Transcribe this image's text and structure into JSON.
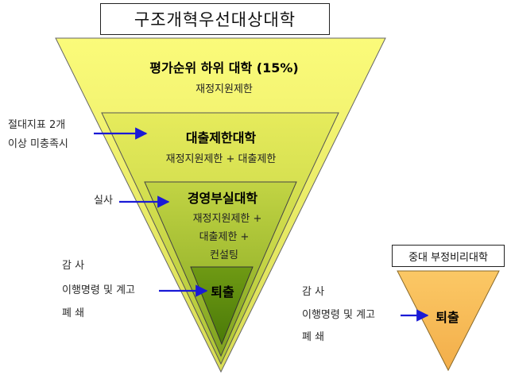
{
  "main_title": "구조개혁우선대상대학",
  "tiers": {
    "t1": {
      "title": "평가순위 하위 대학 (15%)",
      "sub": "재정지원제한"
    },
    "t2": {
      "title": "대출제한대학",
      "sub": "재정지원제한 + 대출제한"
    },
    "t3": {
      "title": "경영부실대학",
      "sub_lines": [
        "재정지원제한 +",
        "대출제한 +",
        "컨설팅"
      ]
    },
    "t4": {
      "title": "퇴출"
    }
  },
  "annotations": {
    "criteria": [
      "절대지표 2개",
      "이상 미충족시"
    ],
    "audit": "실사",
    "left_list": [
      "감 사",
      "이행명령 및 계고",
      "폐 쇄"
    ],
    "right_list": [
      "감 사",
      "이행명령 및 계고",
      "폐 쇄"
    ]
  },
  "corruption": {
    "title": "중대 부정비리대학",
    "exit": "퇴출"
  },
  "colors": {
    "tier1": "#f2f26a",
    "tier2": "#cfd94a",
    "tier3": "#9cba2c",
    "tier4": "#5b8a10",
    "corruption_triangle": "#f8be5e",
    "arrow": "#1a1ad6",
    "edge": "#555555"
  }
}
